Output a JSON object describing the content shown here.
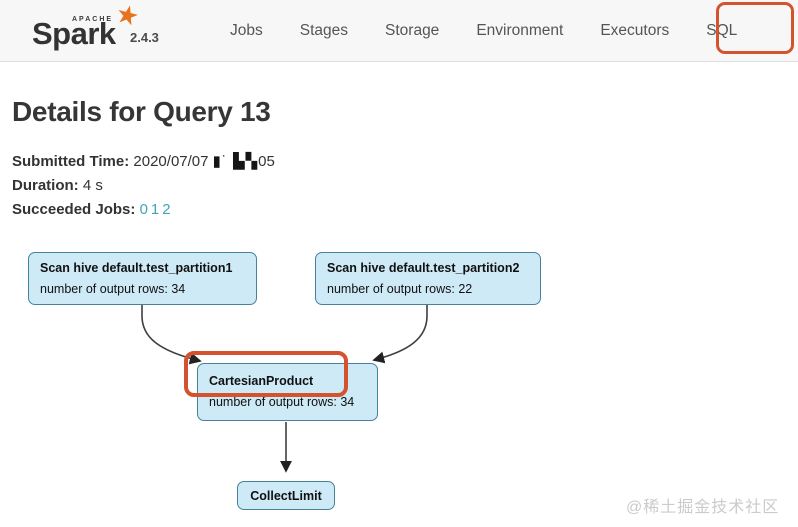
{
  "navbar": {
    "logo": {
      "apache": "APACHE",
      "name": "Spark",
      "star": "★",
      "version": "2.4.3"
    },
    "items": [
      {
        "label": "Jobs",
        "highlighted": false
      },
      {
        "label": "Stages",
        "highlighted": false
      },
      {
        "label": "Storage",
        "highlighted": false
      },
      {
        "label": "Environment",
        "highlighted": false
      },
      {
        "label": "Executors",
        "highlighted": false
      },
      {
        "label": "SQL",
        "highlighted": true
      }
    ]
  },
  "page": {
    "title": "Details for Query 13",
    "meta": {
      "submitted_label": "Submitted Time:",
      "submitted_date": "2020/07/07",
      "submitted_masked": "▮˙ ▙▚",
      "submitted_suffix": "05",
      "duration_label": "Duration:",
      "duration_value": "4 s",
      "jobs_label": "Succeeded Jobs:",
      "job_links": [
        "0",
        "1",
        "2"
      ]
    }
  },
  "dag": {
    "nodes": [
      {
        "title": "Scan hive default.test_partition1",
        "metric": "number of output rows: 34",
        "annotated": false
      },
      {
        "title": "Scan hive default.test_partition2",
        "metric": "number of output rows: 22",
        "annotated": false
      },
      {
        "title": "CartesianProduct",
        "metric": "number of output rows: 34",
        "annotated": true
      },
      {
        "title": "CollectLimit",
        "metric": "",
        "annotated": false
      }
    ]
  },
  "colors": {
    "annotation_red": "#d4532f",
    "node_fill": "#cdeaf6",
    "node_border": "#47829b",
    "link_teal": "#41a4b8",
    "navbar_bg": "#f7f7f7",
    "spark_orange": "#e8731f"
  },
  "watermark": "@稀土掘金技术社区"
}
